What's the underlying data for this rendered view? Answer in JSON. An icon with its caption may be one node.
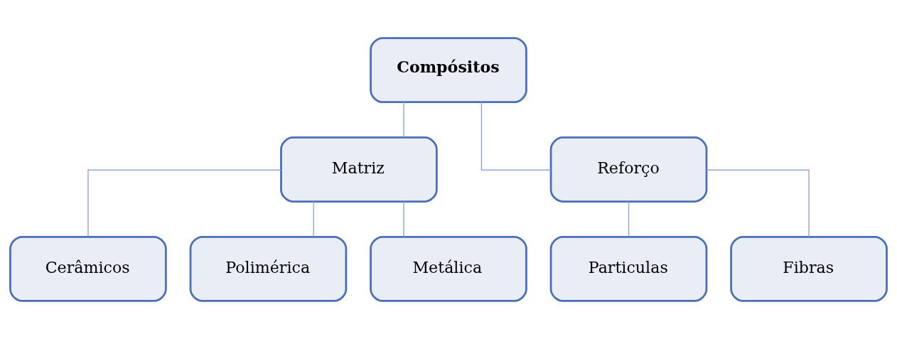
{
  "diagram": {
    "nodes": [
      {
        "text": [
          "Compósitos"
        ]
      },
      {
        "text": [
          "Matriz"
        ]
      },
      {
        "text": [
          "Reforço"
        ]
      },
      {
        "text": [
          "Cerâmicos"
        ]
      },
      {
        "text": [
          "Polimérica"
        ]
      },
      {
        "text": [
          "Metálica"
        ]
      },
      {
        "text": [
          "Particulas"
        ]
      },
      {
        "text": [
          "Fibras"
        ]
      }
    ],
    "edges": [
      {
        "from": 0,
        "to": 1,
        "arrow": "none"
      },
      {
        "from": 0,
        "to": 2,
        "arrow": "none"
      },
      {
        "from": 1,
        "to": 3,
        "arrow": "none"
      },
      {
        "from": 1,
        "to": 4,
        "arrow": "none"
      },
      {
        "from": 1,
        "to": 5,
        "arrow": "none"
      },
      {
        "from": 2,
        "to": 6,
        "arrow": "none"
      },
      {
        "from": 2,
        "to": 7,
        "arrow": "none"
      }
    ]
  }
}
